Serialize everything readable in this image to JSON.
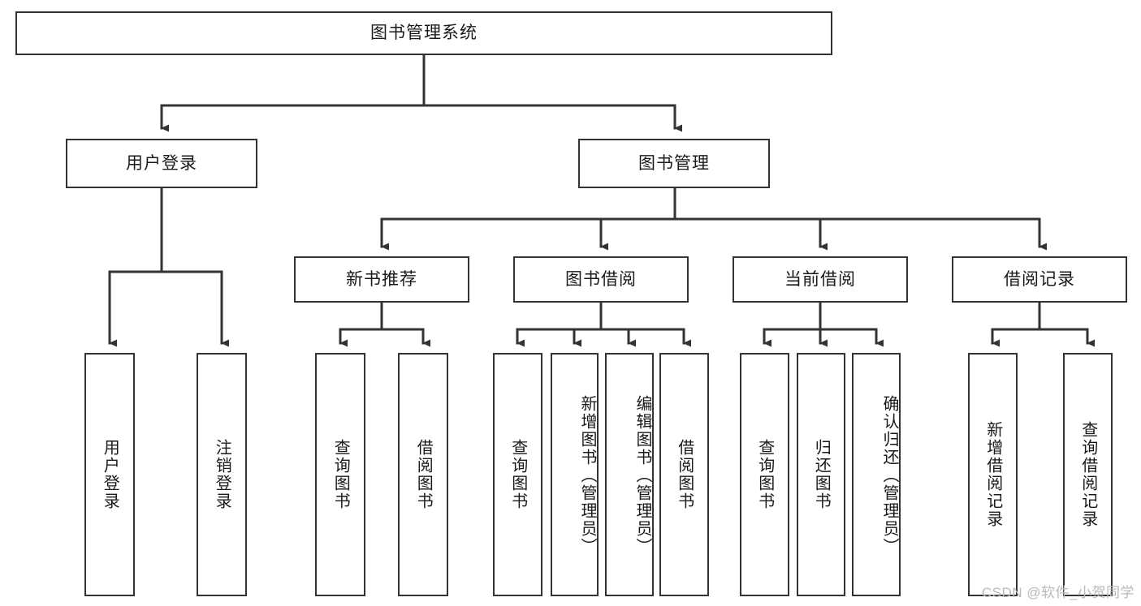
{
  "diagram": {
    "title": "图书管理系统",
    "type": "tree-hierarchy-chart",
    "colors": {
      "box_border": "#333333",
      "box_fill": "#ffffff",
      "edge": "#333333",
      "text": "#1a1a1a",
      "watermark": "#b9b9b9",
      "background": "#ffffff"
    },
    "root": {
      "label": "图书管理系统"
    },
    "level2": [
      {
        "label": "用户登录"
      },
      {
        "label": "图书管理"
      }
    ],
    "level3": [
      {
        "label": "新书推荐"
      },
      {
        "label": "图书借阅"
      },
      {
        "label": "当前借阅"
      },
      {
        "label": "借阅记录"
      }
    ],
    "leaves": {
      "user_login": [
        {
          "label": "用户登录"
        },
        {
          "label": "注销登录"
        }
      ],
      "new_book": [
        {
          "label": "查询图书"
        },
        {
          "label": "借阅图书"
        }
      ],
      "book_borrow": [
        {
          "label": "查询图书"
        },
        {
          "label": "新增图书（管理员）"
        },
        {
          "label": "编辑图书（管理员）"
        },
        {
          "label": "借阅图书"
        }
      ],
      "current_borrow": [
        {
          "label": "查询图书"
        },
        {
          "label": "归还图书"
        },
        {
          "label": "确认归还（管理员）"
        }
      ],
      "borrow_record": [
        {
          "label": "新增借阅记录"
        },
        {
          "label": "查询借阅记录"
        }
      ]
    },
    "watermark": "CSDN @软件_小贺同学"
  }
}
